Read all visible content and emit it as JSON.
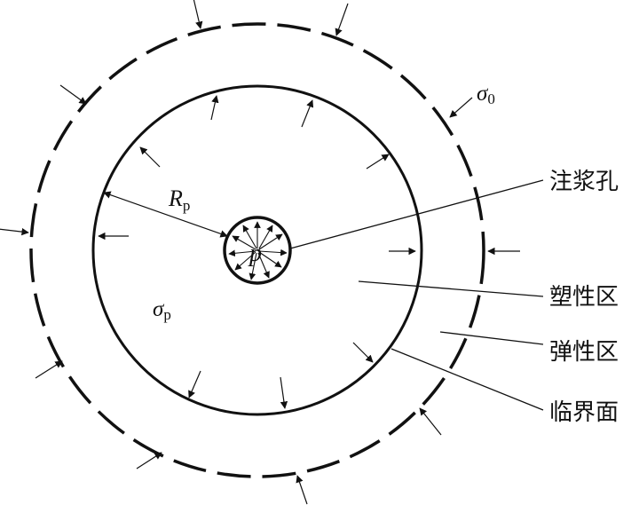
{
  "diagram": {
    "labels": {
      "grout_hole": "注浆孔",
      "plastic_zone": "塑性区",
      "elastic_zone": "弹性区",
      "critical_surface": "临界面"
    },
    "symbols": {
      "sigma0_main": "σ",
      "sigma0_sub": "0",
      "Rp_main": "R",
      "Rp_sub": "p",
      "sigmap_main": "σ",
      "sigmap_sub": "p",
      "p": "p"
    }
  }
}
